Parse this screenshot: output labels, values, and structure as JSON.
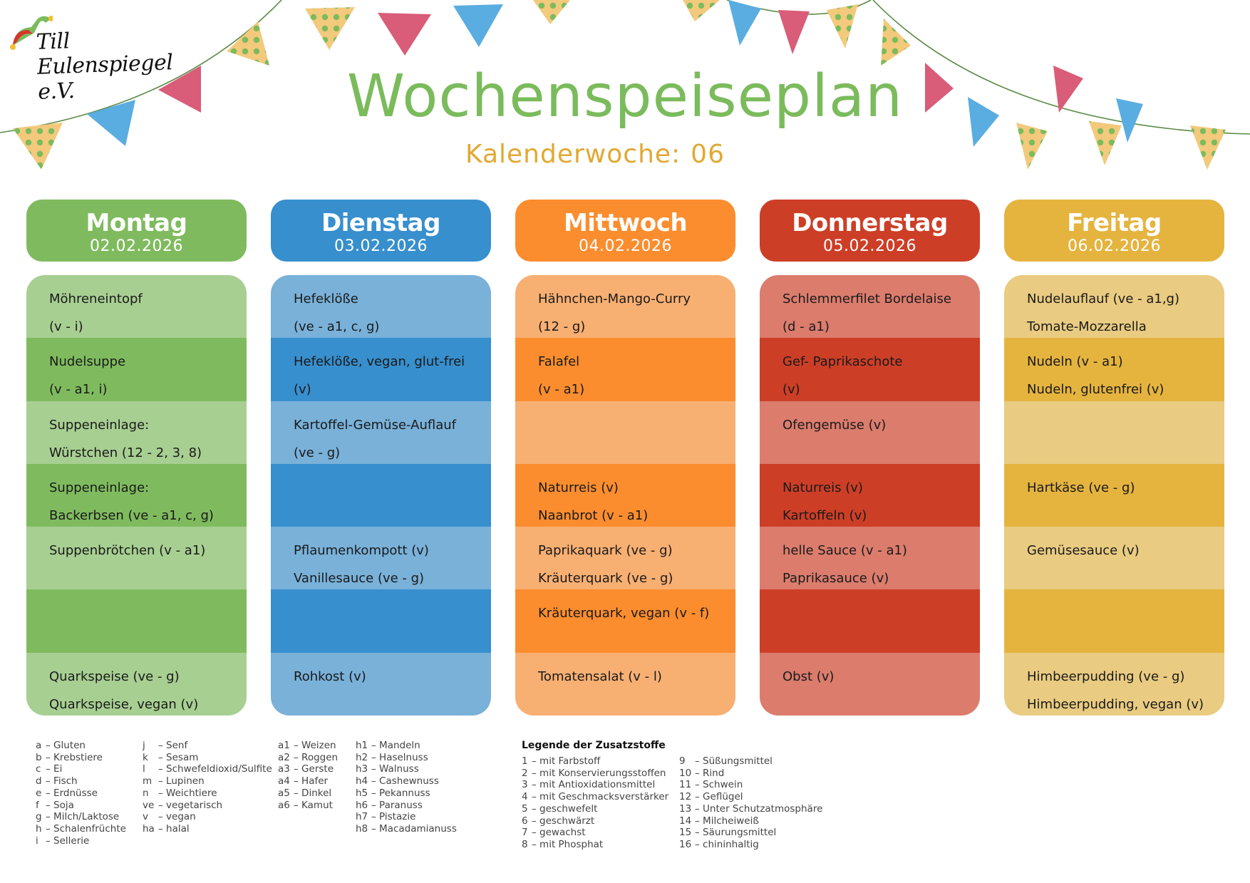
{
  "logo": {
    "text": "Till Eulenspiegel e.V."
  },
  "header": {
    "title": "Wochenspeiseplan",
    "subtitle_label": "Kalenderwoche:",
    "week_number": "06"
  },
  "colors": {
    "title": "#7bbb5c",
    "subtitle": "#e2a832",
    "bunting_yellow": "#f3c97c",
    "bunting_blue": "#5aade0",
    "bunting_pink": "#d95c78",
    "bunting_dots": "#7bbb5c"
  },
  "days": [
    {
      "name": "Montag",
      "date": "02.02.2026",
      "header_color": "#7fbb5e",
      "light": "#a7cf92",
      "dark": "#7fbb5e",
      "rows": [
        [
          "Möhreneintopf",
          "(v - i)"
        ],
        [
          "Nudelsuppe",
          "(v - a1, i)"
        ],
        [
          "Suppeneinlage:",
          "Würstchen (12 - 2, 3, 8)"
        ],
        [
          "Suppeneinlage:",
          "Backerbsen (ve - a1, c, g)"
        ],
        [
          "Suppenbrötchen (v - a1)",
          ""
        ],
        [
          "",
          ""
        ],
        [
          "Quarkspeise (ve - g)",
          "Quarkspeise, vegan (v)"
        ]
      ]
    },
    {
      "name": "Dienstag",
      "date": "03.02.2026",
      "header_color": "#378fcd",
      "light": "#79b1d9",
      "dark": "#378fcd",
      "rows": [
        [
          "Hefeklöße",
          "(ve - a1, c, g)"
        ],
        [
          "Hefeklöße, vegan, glut-frei",
          "(v)"
        ],
        [
          "Kartoffel-Gemüse-Auflauf",
          "(ve - g)"
        ],
        [
          "",
          ""
        ],
        [
          "Pflaumenkompott (v)",
          "Vanillesauce (ve - g)"
        ],
        [
          "",
          ""
        ],
        [
          "Rohkost (v)",
          ""
        ]
      ]
    },
    {
      "name": "Mittwoch",
      "date": "04.02.2026",
      "header_color": "#fb8d2f",
      "light": "#f8af72",
      "dark": "#fb8d2f",
      "rows": [
        [
          "Hähnchen-Mango-Curry",
          "(12 - g)"
        ],
        [
          "Falafel",
          "(v - a1)"
        ],
        [
          "",
          ""
        ],
        [
          "Naturreis (v)",
          "Naanbrot (v - a1)"
        ],
        [
          "Paprikaquark (ve - g)",
          "Kräuterquark (ve - g)"
        ],
        [
          "Kräuterquark, vegan (v - f)",
          ""
        ],
        [
          "Tomatensalat (v - l)",
          ""
        ]
      ]
    },
    {
      "name": "Donnerstag",
      "date": "05.02.2026",
      "header_color": "#cd3e27",
      "light": "#db7c6d",
      "dark": "#cd3e27",
      "rows": [
        [
          "Schlemmerfilet Bordelaise",
          "(d - a1)"
        ],
        [
          "Gef- Paprikaschote",
          "(v)"
        ],
        [
          "Ofengemüse (v)",
          ""
        ],
        [
          "Naturreis (v)",
          "Kartoffeln (v)"
        ],
        [
          "helle Sauce (v - a1)",
          "Paprikasauce (v)"
        ],
        [
          "",
          ""
        ],
        [
          "Obst (v)",
          ""
        ]
      ]
    },
    {
      "name": "Freitag",
      "date": "06.02.2026",
      "header_color": "#e5b43f",
      "light": "#e9cb81",
      "dark": "#e5b43f",
      "rows": [
        [
          "Nudelauflauf (ve - a1,g)",
          "Tomate-Mozzarella"
        ],
        [
          "Nudeln (v - a1)",
          "Nudeln, glutenfrei (v)"
        ],
        [
          "",
          ""
        ],
        [
          "Hartkäse (ve - g)",
          ""
        ],
        [
          "Gemüsesauce (v)",
          ""
        ],
        [
          "",
          ""
        ],
        [
          "Himbeerpudding (ve - g)",
          "Himbeerpudding, vegan (v)"
        ]
      ]
    }
  ],
  "legend": {
    "allergens_col1": [
      {
        "key": "a",
        "label": "Gluten"
      },
      {
        "key": "b",
        "label": "Krebstiere"
      },
      {
        "key": "c",
        "label": "Ei"
      },
      {
        "key": "d",
        "label": "Fisch"
      },
      {
        "key": "e",
        "label": "Erdnüsse"
      },
      {
        "key": "f",
        "label": "Soja"
      },
      {
        "key": "g",
        "label": "Milch/Laktose"
      },
      {
        "key": "h",
        "label": "Schalenfrüchte"
      },
      {
        "key": "i",
        "label": "Sellerie"
      }
    ],
    "allergens_col2": [
      {
        "key": "j",
        "label": "Senf"
      },
      {
        "key": "k",
        "label": "Sesam"
      },
      {
        "key": "l",
        "label": "Schwefeldioxid/Sulfite"
      },
      {
        "key": "m",
        "label": "Lupinen"
      },
      {
        "key": "n",
        "label": "Weichtiere"
      },
      {
        "key": "ve",
        "label": "vegetarisch"
      },
      {
        "key": "v",
        "label": "vegan"
      },
      {
        "key": "ha",
        "label": "halal"
      }
    ],
    "grains": [
      {
        "key": "a1",
        "label": "Weizen"
      },
      {
        "key": "a2",
        "label": "Roggen"
      },
      {
        "key": "a3",
        "label": "Gerste"
      },
      {
        "key": "a4",
        "label": "Hafer"
      },
      {
        "key": "a5",
        "label": "Dinkel"
      },
      {
        "key": "a6",
        "label": "Kamut"
      }
    ],
    "nuts": [
      {
        "key": "h1",
        "label": "Mandeln"
      },
      {
        "key": "h2",
        "label": "Haselnuss"
      },
      {
        "key": "h3",
        "label": "Walnuss"
      },
      {
        "key": "h4",
        "label": "Cashewnuss"
      },
      {
        "key": "h5",
        "label": "Pekannuss"
      },
      {
        "key": "h6",
        "label": "Paranuss"
      },
      {
        "key": "h7",
        "label": "Pistazie"
      },
      {
        "key": "h8",
        "label": "Macadamianuss"
      }
    ],
    "additives_title": "Legende der Zusatzstoffe",
    "additives_col1": [
      {
        "key": "1",
        "label": "mit Farbstoff"
      },
      {
        "key": "2",
        "label": "mit Konservierungsstoffen"
      },
      {
        "key": "3",
        "label": "mit Antioxidationsmittel"
      },
      {
        "key": "4",
        "label": "mit Geschmacksverstärker"
      },
      {
        "key": "5",
        "label": "geschwefelt"
      },
      {
        "key": "6",
        "label": "geschwärzt"
      },
      {
        "key": "7",
        "label": "gewachst"
      },
      {
        "key": "8",
        "label": "mit Phosphat"
      }
    ],
    "additives_col2": [
      {
        "key": "9",
        "label": "Süßungsmittel"
      },
      {
        "key": "10",
        "label": "Rind"
      },
      {
        "key": "11",
        "label": "Schwein"
      },
      {
        "key": "12",
        "label": "Geflügel"
      },
      {
        "key": "13",
        "label": "Unter Schutzatmosphäre"
      },
      {
        "key": "14",
        "label": "Milcheiweiß"
      },
      {
        "key": "15",
        "label": "Säurungsmittel"
      },
      {
        "key": "16",
        "label": "chininhaltig"
      }
    ]
  }
}
